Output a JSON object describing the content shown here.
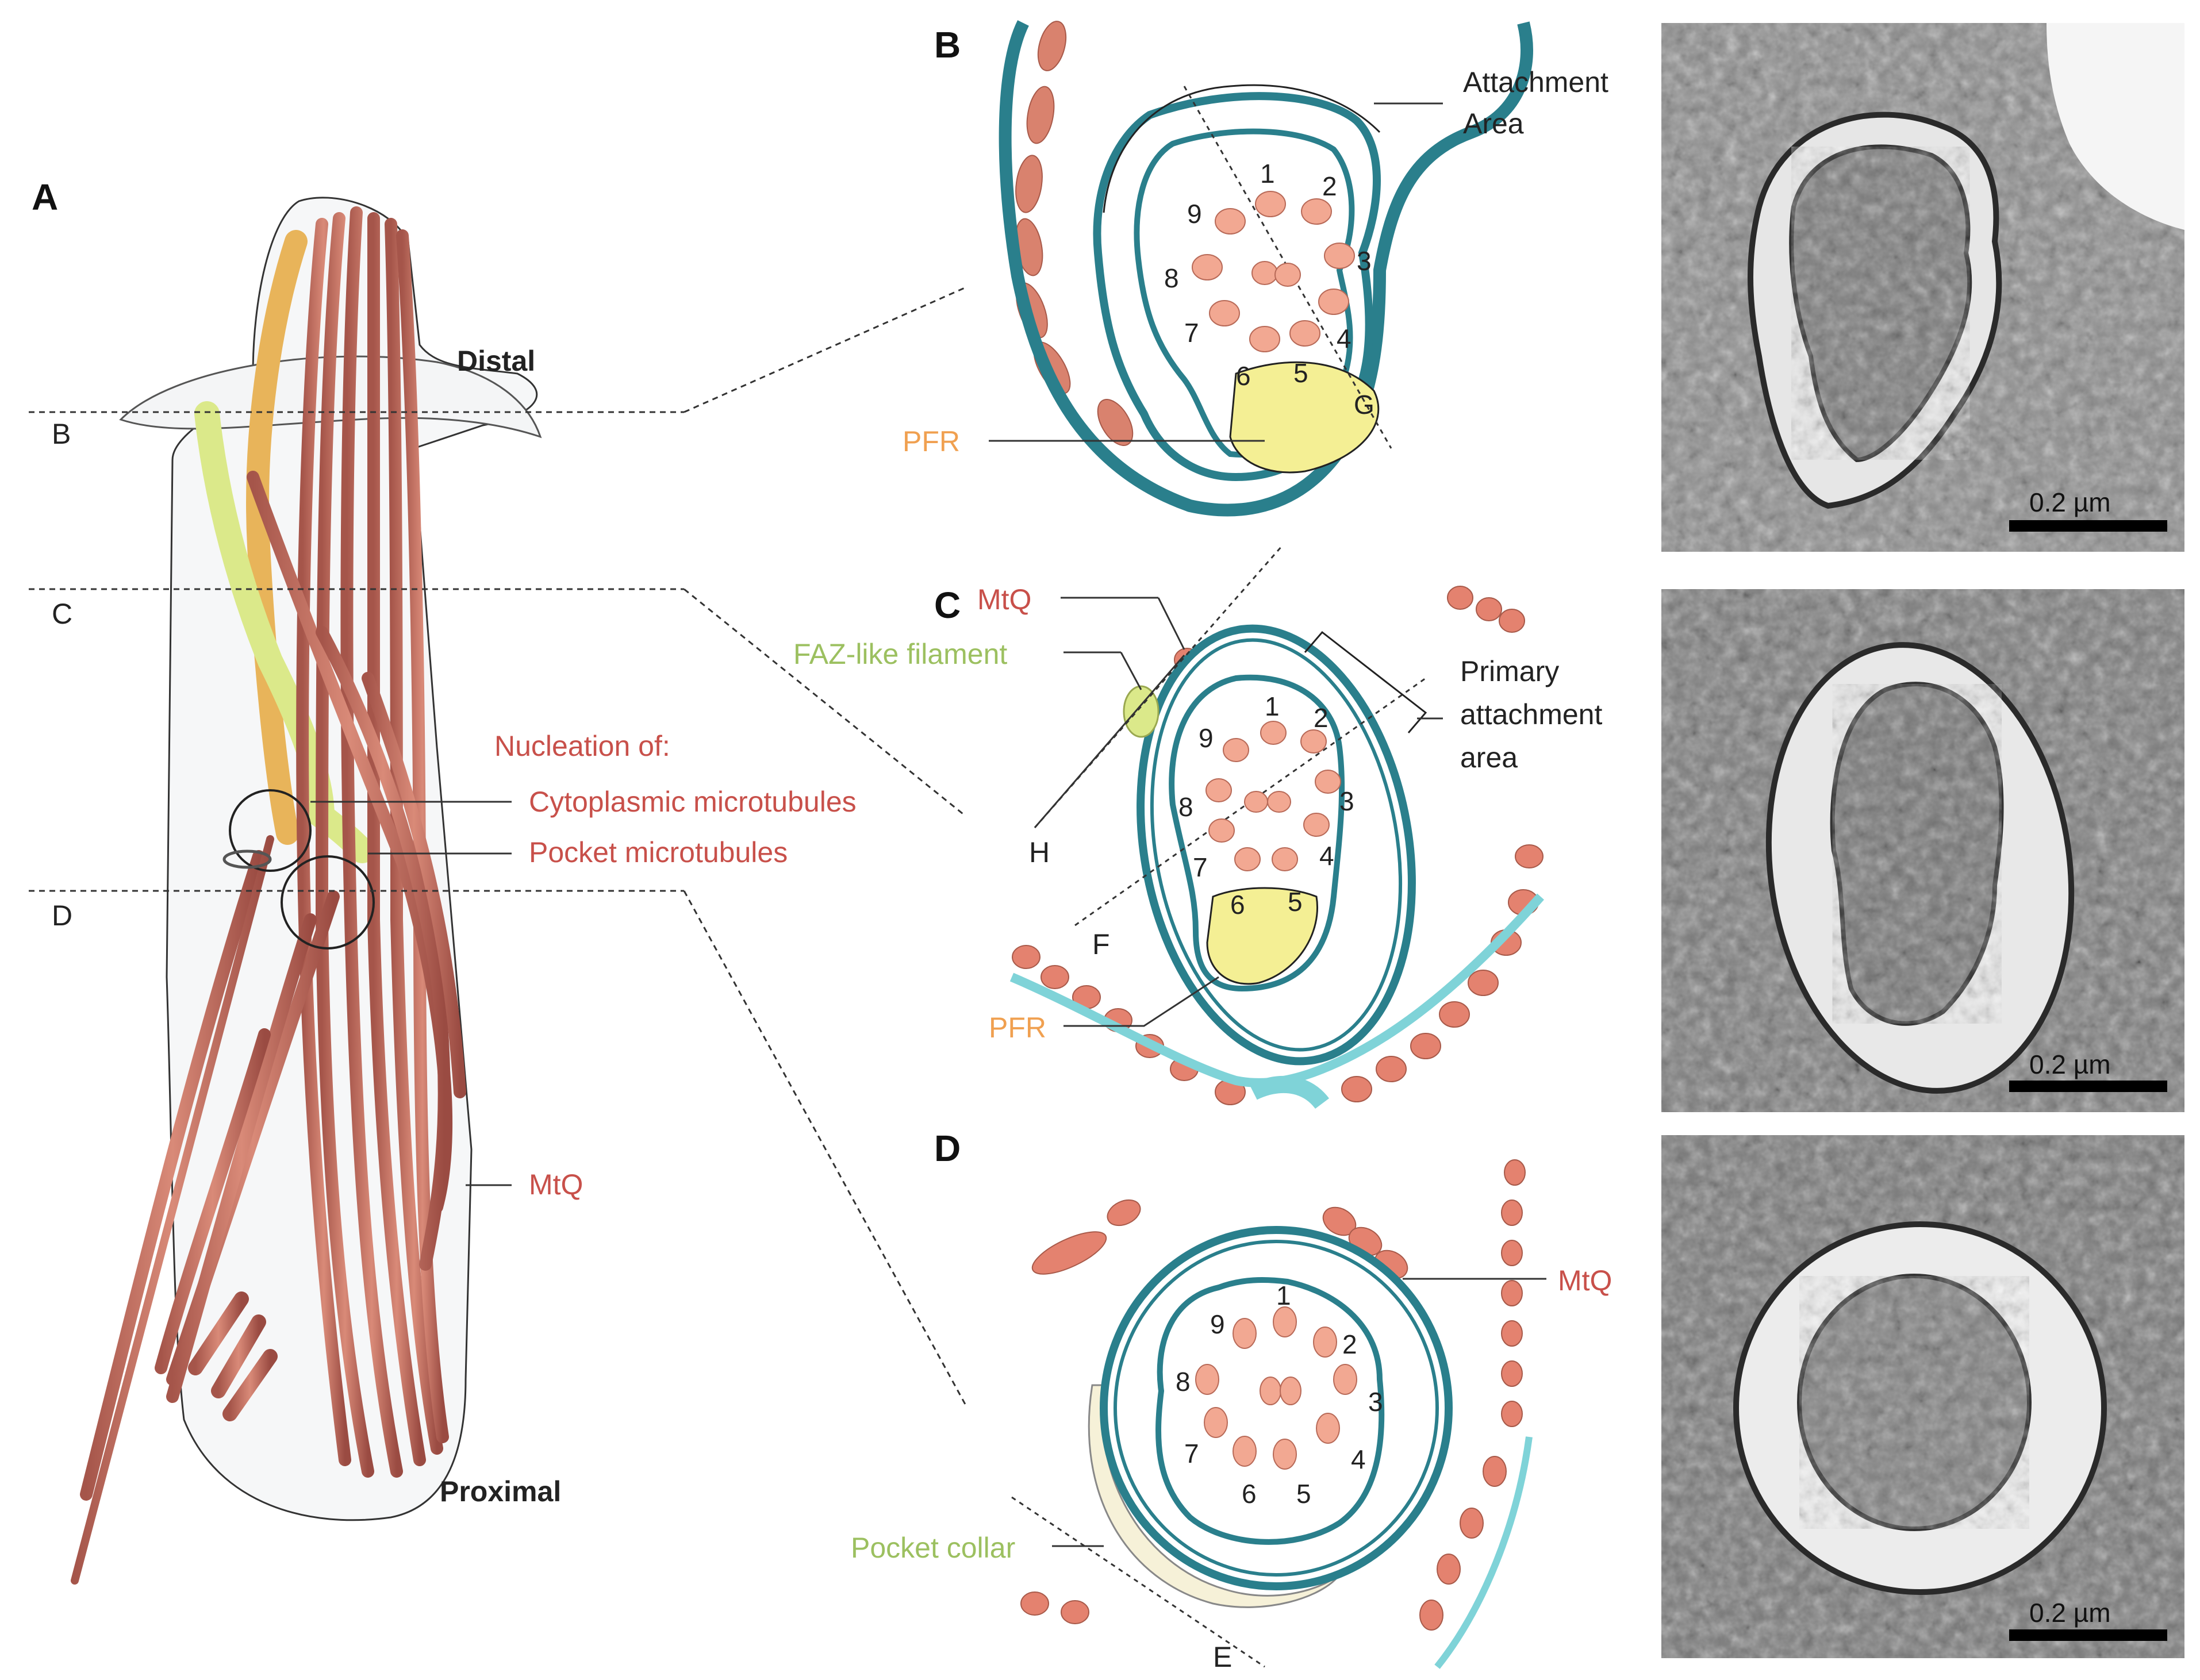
{
  "panels": {
    "A": {
      "letter": "A",
      "distal": "Distal",
      "proximal": "Proximal",
      "section_B": "B",
      "section_C": "C",
      "section_D": "D",
      "nucleation_title": "Nucleation of:",
      "cytoplasmic": "Cytoplasmic microtubules",
      "pocket": "Pocket microtubules",
      "mtq": "MtQ"
    },
    "B": {
      "letter": "B",
      "attachment_1": "Attachment",
      "attachment_2": "Area",
      "pfr": "PFR",
      "g": "G",
      "doublets": [
        "1",
        "2",
        "3",
        "4",
        "5",
        "6",
        "7",
        "8",
        "9"
      ]
    },
    "C": {
      "letter": "C",
      "mtq": "MtQ",
      "faz": "FAZ-like filament",
      "primary_1": "Primary",
      "primary_2": "attachment",
      "primary_3": "area",
      "h": "H",
      "f": "F",
      "pfr": "PFR",
      "doublets": [
        "1",
        "2",
        "3",
        "4",
        "5",
        "6",
        "7",
        "8",
        "9"
      ]
    },
    "D": {
      "letter": "D",
      "mtq": "MtQ",
      "collar": "Pocket collar",
      "e": "E",
      "doublets": [
        "1",
        "2",
        "3",
        "4",
        "5",
        "6",
        "7",
        "8",
        "9"
      ]
    }
  },
  "em_images": {
    "scale_bar": "0.2 µm"
  },
  "colors": {
    "membrane_teal": "#2a7f8c",
    "membrane_light": "#7fd3d8",
    "microtubule": "#d9826e",
    "pfr_yellow": "#f4ef94",
    "faz_green": "#dbe98a",
    "orange_rod": "#e8b45a",
    "label_red": "#c8504a",
    "label_orange": "#f0a050",
    "label_green": "#9cc060"
  }
}
